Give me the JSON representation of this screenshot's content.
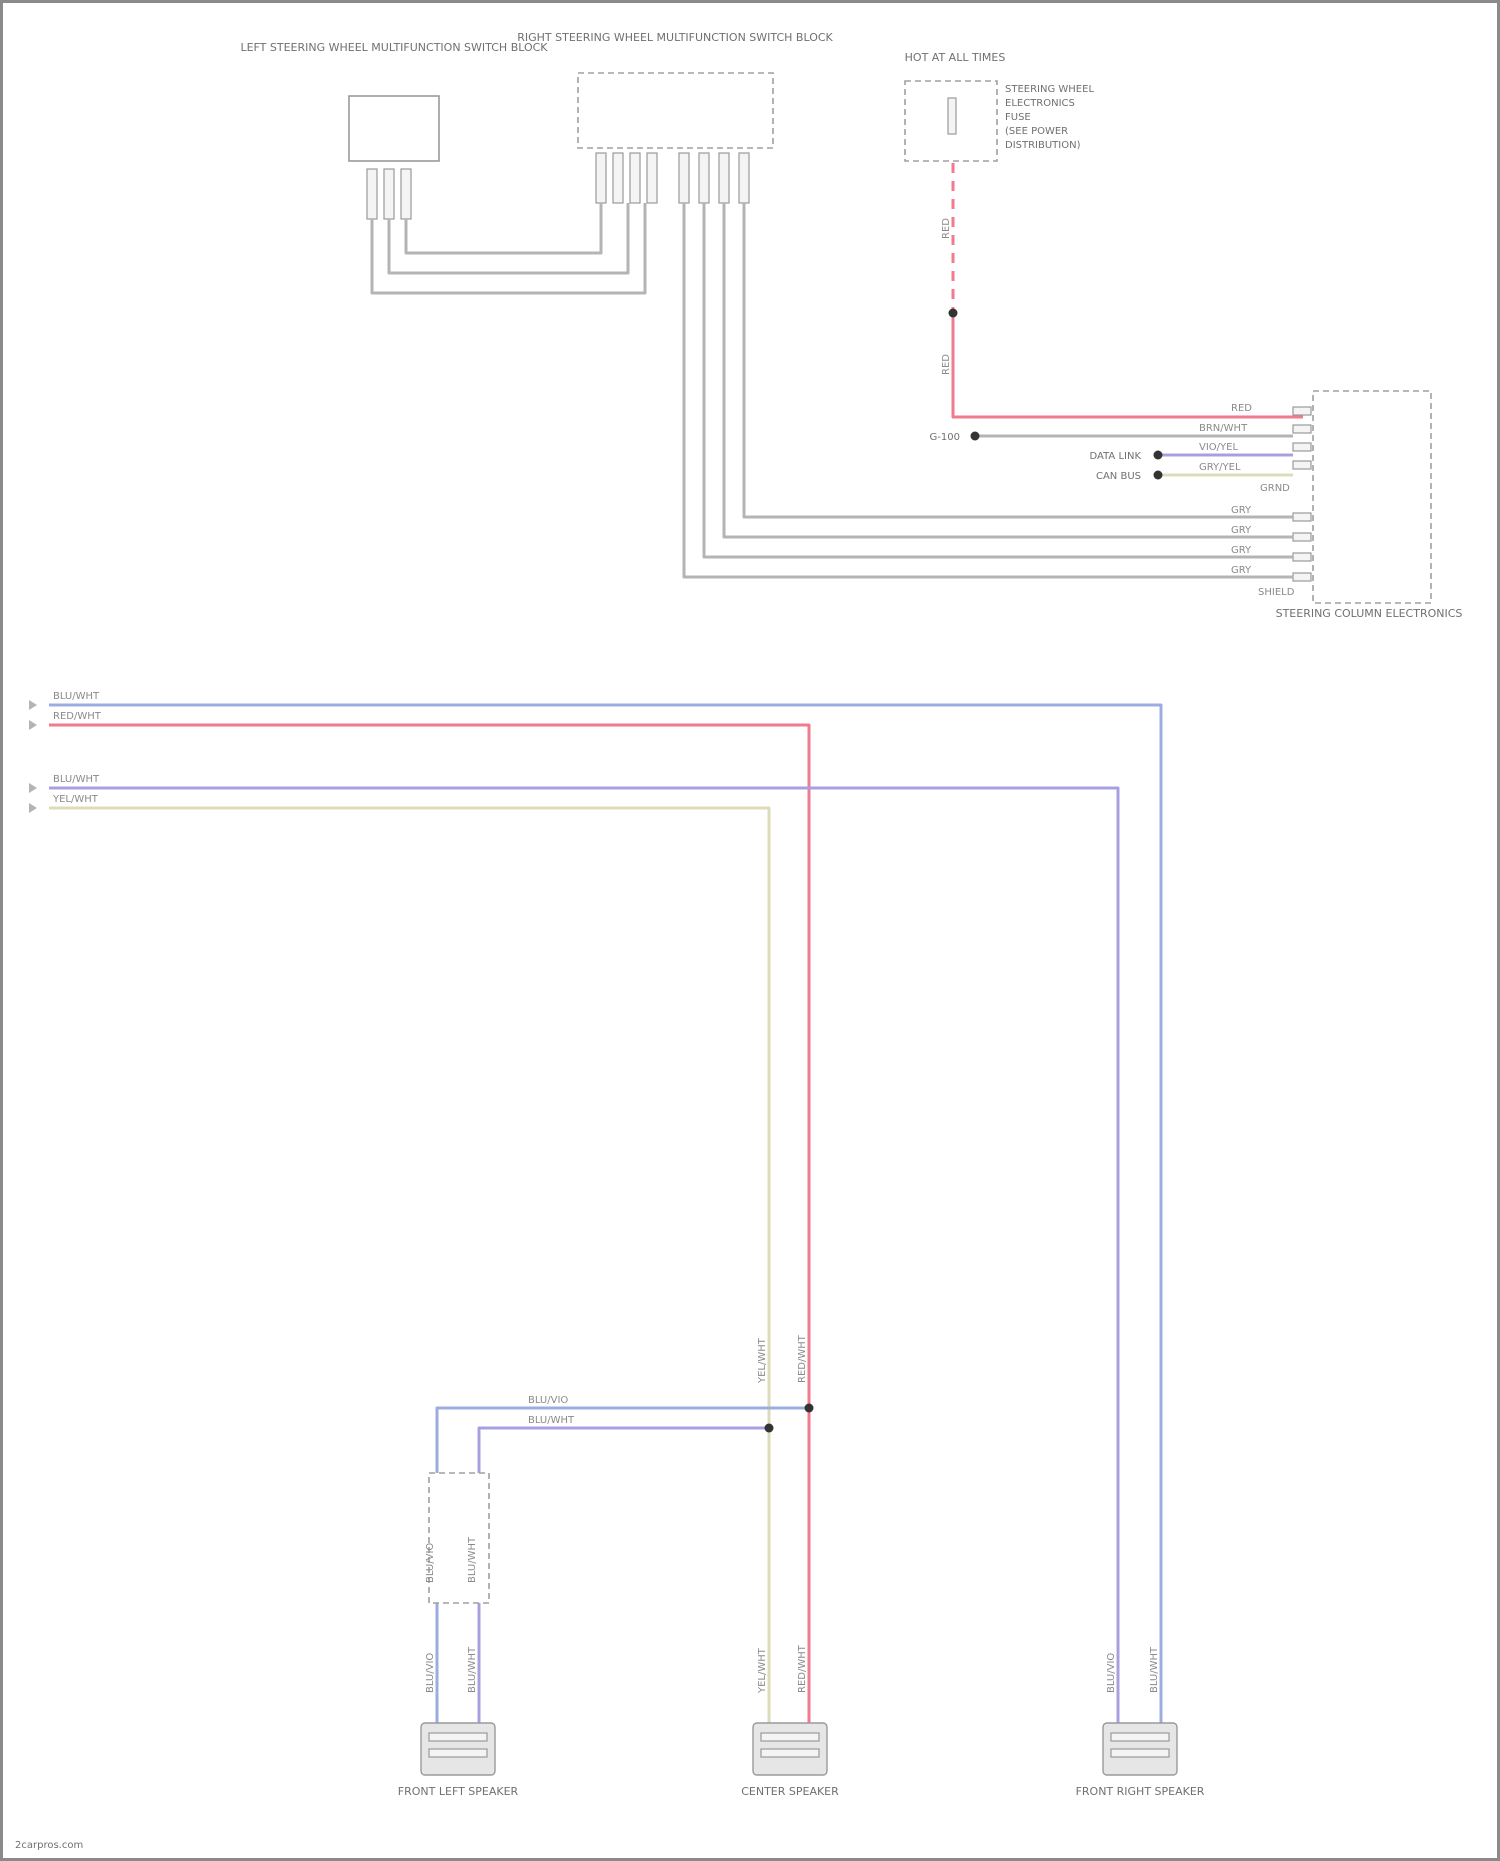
{
  "title": "",
  "components": {
    "left_switch_block": "LEFT STEERING WHEEL MULTIFUNCTION SWITCH BLOCK",
    "right_switch_block": "RIGHT STEERING WHEEL MULTIFUNCTION SWITCH BLOCK",
    "hot_at_all_times": "HOT AT ALL TIMES",
    "fuse_notes": [
      "STEERING WHEEL",
      "ELECTRONICS",
      "FUSE",
      "(SEE POWER",
      "DISTRIBUTION)"
    ],
    "steering_column_module": "STEERING COLUMN ELECTRONICS",
    "front_left_speaker": "FRONT LEFT SPEAKER",
    "center_speaker": "CENTER SPEAKER",
    "front_right_speaker": "FRONT RIGHT SPEAKER",
    "ground_label": "G-100",
    "data_link_label": "DATA LINK",
    "canbus_label": "CAN BUS"
  },
  "wire_labels": {
    "red_upper_1": "RED",
    "red_upper_2": "RED",
    "module_red": "RED",
    "module_brn": "BRN/WHT",
    "module_vio": "VIO/YEL",
    "module_gry": "GRY/YEL",
    "module_ground": "GRND",
    "module_s1": "GRY",
    "module_s2": "GRY",
    "module_s3": "GRY",
    "module_s4": "GRY",
    "module_shield": "SHIELD",
    "left_bus_1": "BLU/WHT",
    "left_bus_2": "RED/WHT",
    "left_bus_3": "BLU/WHT",
    "left_bus_4": "YEL/WHT",
    "center_yel": "YEL/WHT",
    "center_red": "RED/WHT",
    "mid_1": "BLU/VIO",
    "mid_2": "BLU/WHT",
    "fl_1": "BLU/VIO",
    "fl_2": "BLU/WHT",
    "fl_3": "BLU/VIO",
    "fl_4": "BLU/WHT",
    "c_1": "YEL/WHT",
    "c_2": "RED/WHT",
    "fr_1": "BLU/VIO",
    "fr_2": "BLU/WHT"
  },
  "footer": {
    "watermark": "2carpros.com"
  },
  "colors": {
    "red_wire": "#f07a8e",
    "blue_wire": "#9cace0",
    "violet_wire": "#a7a0e0",
    "yellow_wire": "#dcdcb8",
    "gray_wire": "#b4b4b4"
  }
}
